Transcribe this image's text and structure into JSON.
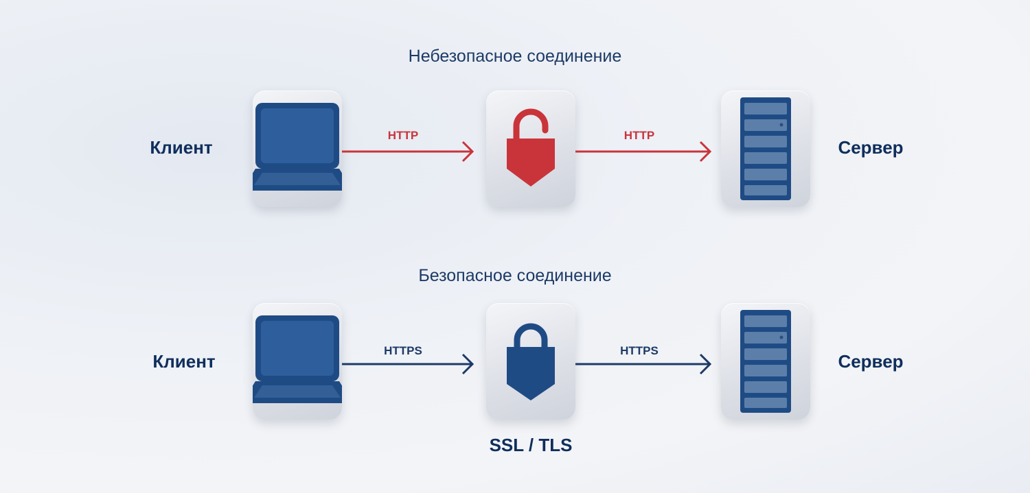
{
  "colors": {
    "insecure": "#c9343a",
    "secure": "#1d3a66",
    "text": "#0f2e5c"
  },
  "insecure": {
    "title": "Небезопасное соединение",
    "client_label": "Клиент",
    "server_label": "Сервер",
    "left_protocol": "HTTP",
    "right_protocol": "HTTP",
    "lock_icon": "unlocked-padlock-icon"
  },
  "secure": {
    "title": "Безопасное соединение",
    "client_label": "Клиент",
    "server_label": "Сервер",
    "left_protocol": "HTTPS",
    "right_protocol": "HTTPS",
    "lock_icon": "locked-padlock-icon",
    "lock_caption": "SSL / TLS"
  }
}
